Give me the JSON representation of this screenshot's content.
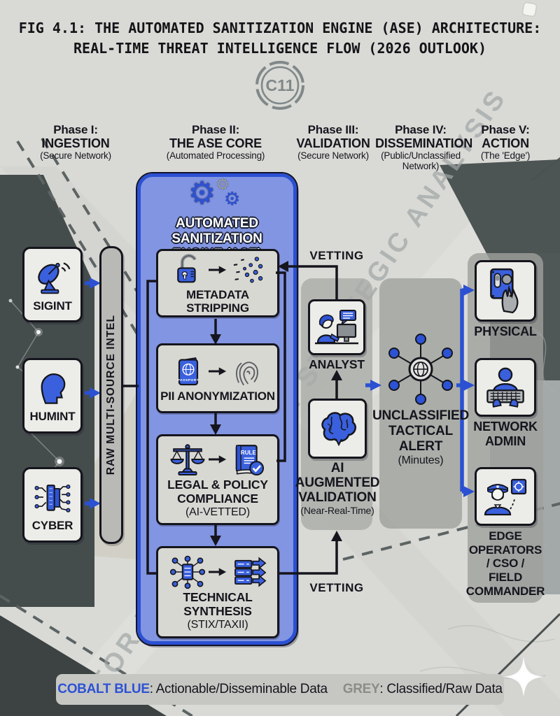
{
  "title": {
    "line1": "FIG 4.1: THE AUTOMATED SANITIZATION ENGINE (ASE) ARCHITECTURE:",
    "line2": "REAL-TIME THREAT INTELLIGENCE FLOW (2026 OUTLOOK)"
  },
  "badge": {
    "label": "C11"
  },
  "watermark": {
    "text": "FOR POLICY REVIEW / STRATEGIC ANALYSIS"
  },
  "phases": [
    {
      "num": "Phase I:",
      "name": "INGESTION",
      "sub": "(Secure Network)"
    },
    {
      "num": "Phase II:",
      "name": "THE ASE CORE",
      "sub": "(Automated Processing)"
    },
    {
      "num": "Phase III:",
      "name": "VALIDATION",
      "sub": "(Secure Network)"
    },
    {
      "num": "Phase IV:",
      "name": "DISSEMINATION",
      "sub": "(Public/Unclassified Network)"
    },
    {
      "num": "Phase V:",
      "name": "ACTION",
      "sub": "(The 'Edge')"
    }
  ],
  "sources": [
    {
      "label": "SIGINT",
      "icon": "satellite-dish-icon"
    },
    {
      "label": "HUMINT",
      "icon": "head-silhouette-icon"
    },
    {
      "label": "CYBER",
      "icon": "circuit-chip-icon"
    }
  ],
  "raw_bar": {
    "label": "RAW MULTI-SOURCE INTEL"
  },
  "ase": {
    "header_line1": "AUTOMATED SANITIZATION",
    "header_line2": "ENGINE (ASE)",
    "steps": [
      {
        "label": "METADATA STRIPPING",
        "icon_left": "open-padlock-icon",
        "icon_right": "scattered-data-icon"
      },
      {
        "label": "PII ANONYMIZATION",
        "icon_left": "passport-icon",
        "icon_right": "fingerprint-icon"
      },
      {
        "line1": "LEGAL & POLICY",
        "line2": "COMPLIANCE",
        "sub": "(AI-VETTED)",
        "icon_left": "scales-icon",
        "icon_right": "rulebook-check-icon"
      },
      {
        "line1": "TECHNICAL",
        "line2": "SYNTHESIS",
        "sub": "(STIX/TAXII)",
        "icon_left": "network-node-icon",
        "icon_right": "export-feed-icon"
      }
    ]
  },
  "icons": {
    "passport_text": "PASSPORT",
    "rule_text": "RULE"
  },
  "flow": {
    "vetting_top": "VETTING",
    "vetting_bottom": "VETTING"
  },
  "analyst": {
    "label": "ANALYST",
    "icon": "analyst-at-desk-icon"
  },
  "ai_validation": {
    "line1": "AI",
    "line2": "AUGMENTED",
    "line3": "VALIDATION",
    "sub": "(Near-Real-Time)",
    "icon": "brain-icon"
  },
  "alert": {
    "line1": "UNCLASSIFIED",
    "line2": "TACTICAL",
    "line3": "ALERT",
    "sub": "(Minutes)",
    "icon": "hub-globe-icon"
  },
  "targets": [
    {
      "label": "PHYSICAL",
      "icon": "press-button-icon"
    },
    {
      "line1": "NETWORK",
      "line2": "ADMIN",
      "icon": "keyboard-operator-icon"
    },
    {
      "lines": [
        "EDGE",
        "OPERATORS",
        "/ CSO /",
        "FIELD",
        "COMMANDER"
      ],
      "icon": "field-officer-icon"
    }
  ],
  "legend": {
    "blue_term": "COBALT BLUE",
    "blue_desc": ": Actionable/Disseminable Data",
    "grey_term": "GREY",
    "grey_desc": ": Classified/Raw Data"
  },
  "colors": {
    "cobalt_blue": "#2d52d4",
    "icon_blue": "#3a60dd",
    "grey_term": "#8b8c88",
    "core_fill": "#8295e2",
    "core_border": "#2b50d2",
    "background": "#d9dad6",
    "dark_shape": "#4a5151"
  }
}
